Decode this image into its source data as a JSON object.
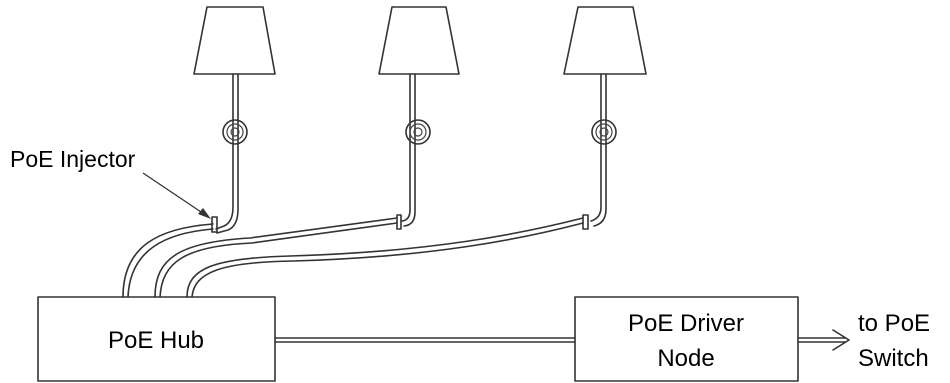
{
  "labels": {
    "injector": "PoE Injector",
    "hub": "PoE Hub",
    "driver_line1": "PoE Driver",
    "driver_line2": "Node",
    "switch_line1": "to PoE",
    "switch_line2": "Switch"
  },
  "lamp_count": 3,
  "colors": {
    "line": "#333333",
    "background": "#ffffff",
    "text": "#000000"
  }
}
